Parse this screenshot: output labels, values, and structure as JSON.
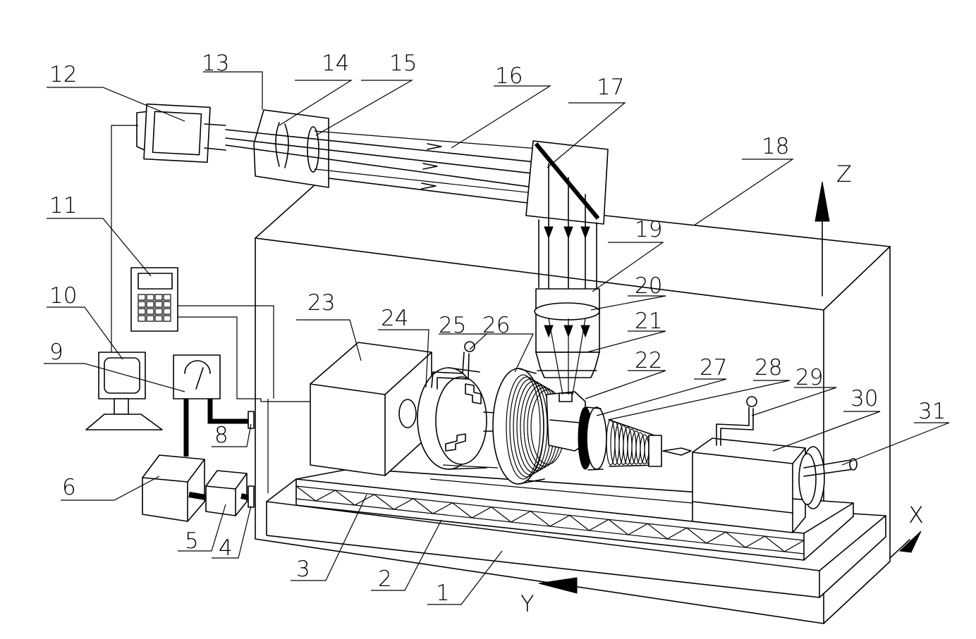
{
  "labels": {
    "n1": "1",
    "n2": "2",
    "n3": "3",
    "n4": "4",
    "n5": "5",
    "n6": "6",
    "n8": "8",
    "n9": "9",
    "n10": "10",
    "n11": "11",
    "n12": "12",
    "n13": "13",
    "n14": "14",
    "n15": "15",
    "n16": "16",
    "n17": "17",
    "n18": "18",
    "n19": "19",
    "n20": "20",
    "n21": "21",
    "n22": "22",
    "n23": "23",
    "n24": "24",
    "n25": "25",
    "n26": "26",
    "n27": "27",
    "n28": "28",
    "n29": "29",
    "n30": "30",
    "n31": "31"
  },
  "axes": {
    "x": "X",
    "y": "Y",
    "z": "Z"
  }
}
